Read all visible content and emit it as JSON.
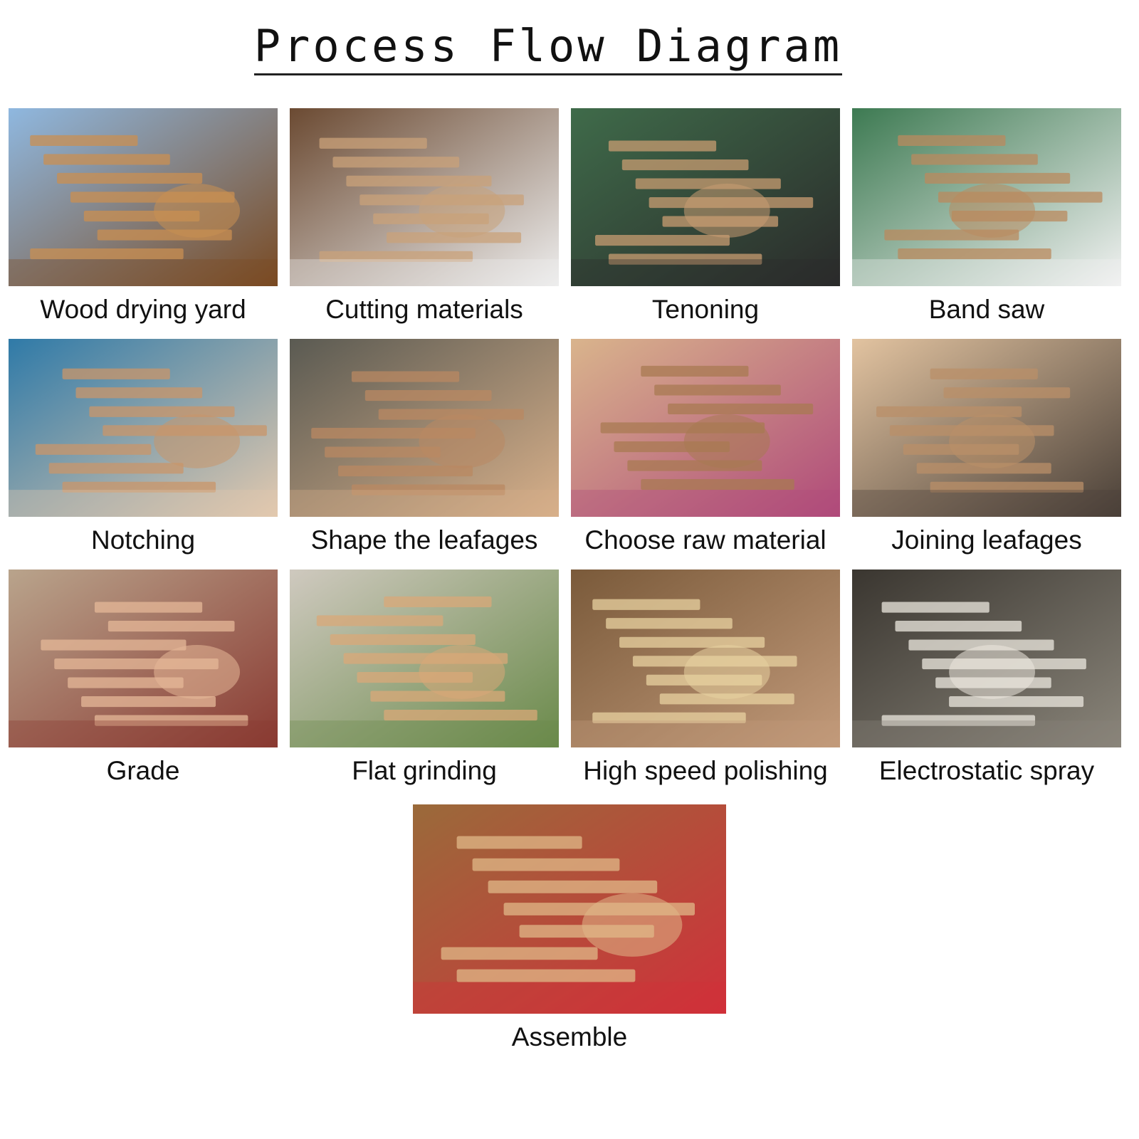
{
  "title": "Process Flow Diagram",
  "steps": [
    {
      "label": "Wood drying yard",
      "palette": [
        "#8fb8e0",
        "#c98f52",
        "#7a4a22"
      ]
    },
    {
      "label": "Cutting materials",
      "palette": [
        "#6b4a32",
        "#c9a27a",
        "#eeeeee"
      ]
    },
    {
      "label": "Tenoning",
      "palette": [
        "#3f6b4a",
        "#c89c72",
        "#2a2a2a"
      ]
    },
    {
      "label": "Band saw",
      "palette": [
        "#3d7a52",
        "#b98a5e",
        "#f2f2f2"
      ]
    },
    {
      "label": "Notching",
      "palette": [
        "#2f7aa8",
        "#c9956a",
        "#e3c9ae"
      ]
    },
    {
      "label": "Shape the leafages",
      "palette": [
        "#5a5a52",
        "#b98862",
        "#d8b08a"
      ]
    },
    {
      "label": "Choose raw material",
      "palette": [
        "#d9b48c",
        "#a87a52",
        "#b04a7a"
      ]
    },
    {
      "label": "Joining leafages",
      "palette": [
        "#e2c3a0",
        "#b98f68",
        "#4a4038"
      ]
    },
    {
      "label": "Grade",
      "palette": [
        "#b9a48c",
        "#e6b898",
        "#8a3a32"
      ]
    },
    {
      "label": "Flat grinding",
      "palette": [
        "#cfc9bf",
        "#d9a878",
        "#6a8a4a"
      ]
    },
    {
      "label": "High speed polishing",
      "palette": [
        "#7a5a3a",
        "#e8d2a0",
        "#c29a7a"
      ]
    },
    {
      "label": "Electrostatic spray",
      "palette": [
        "#3a3630",
        "#ece8df",
        "#8a857a"
      ]
    },
    {
      "label": "Assemble",
      "palette": [
        "#9a6a3a",
        "#e0b888",
        "#d0303a"
      ]
    }
  ]
}
